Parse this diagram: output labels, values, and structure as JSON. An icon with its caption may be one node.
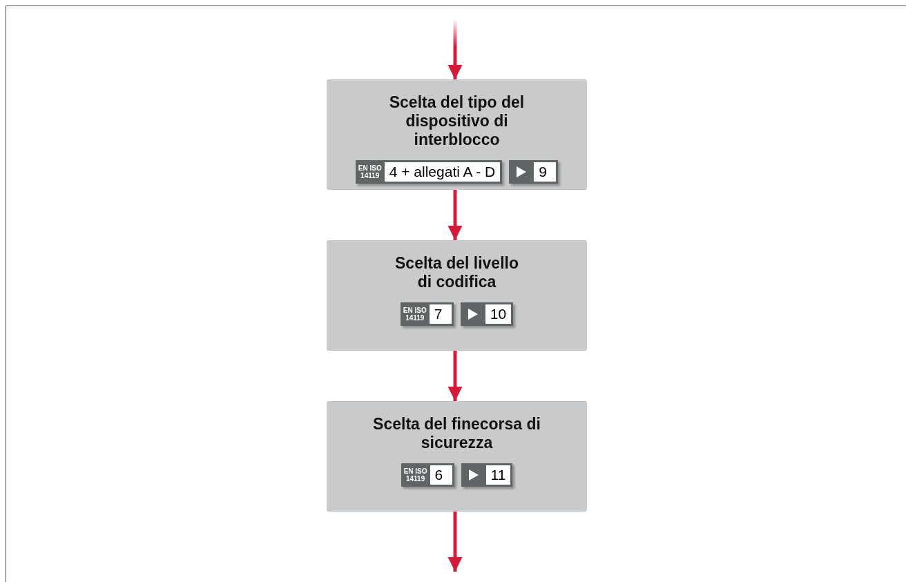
{
  "diagram": {
    "nodes": [
      {
        "text": [
          "Scelta del tipo del dispositivo di interblocco",
          "EN ISO 14119",
          "4 + allegati A - D",
          "9"
        ]
      },
      {
        "text": [
          "Scelta del livello di codifica",
          "EN ISO 14119",
          "7",
          "10"
        ]
      },
      {
        "text": [
          "Scelta del finecorsa di sicurezza",
          "EN ISO 14119",
          "6",
          "11"
        ]
      }
    ],
    "edges": [
      {
        "from": null,
        "to": 0,
        "arrow": "to"
      },
      {
        "from": 0,
        "to": 1,
        "arrow": "to"
      },
      {
        "from": 1,
        "to": 2,
        "arrow": "to"
      },
      {
        "from": 2,
        "to": null,
        "arrow": "to"
      }
    ]
  }
}
